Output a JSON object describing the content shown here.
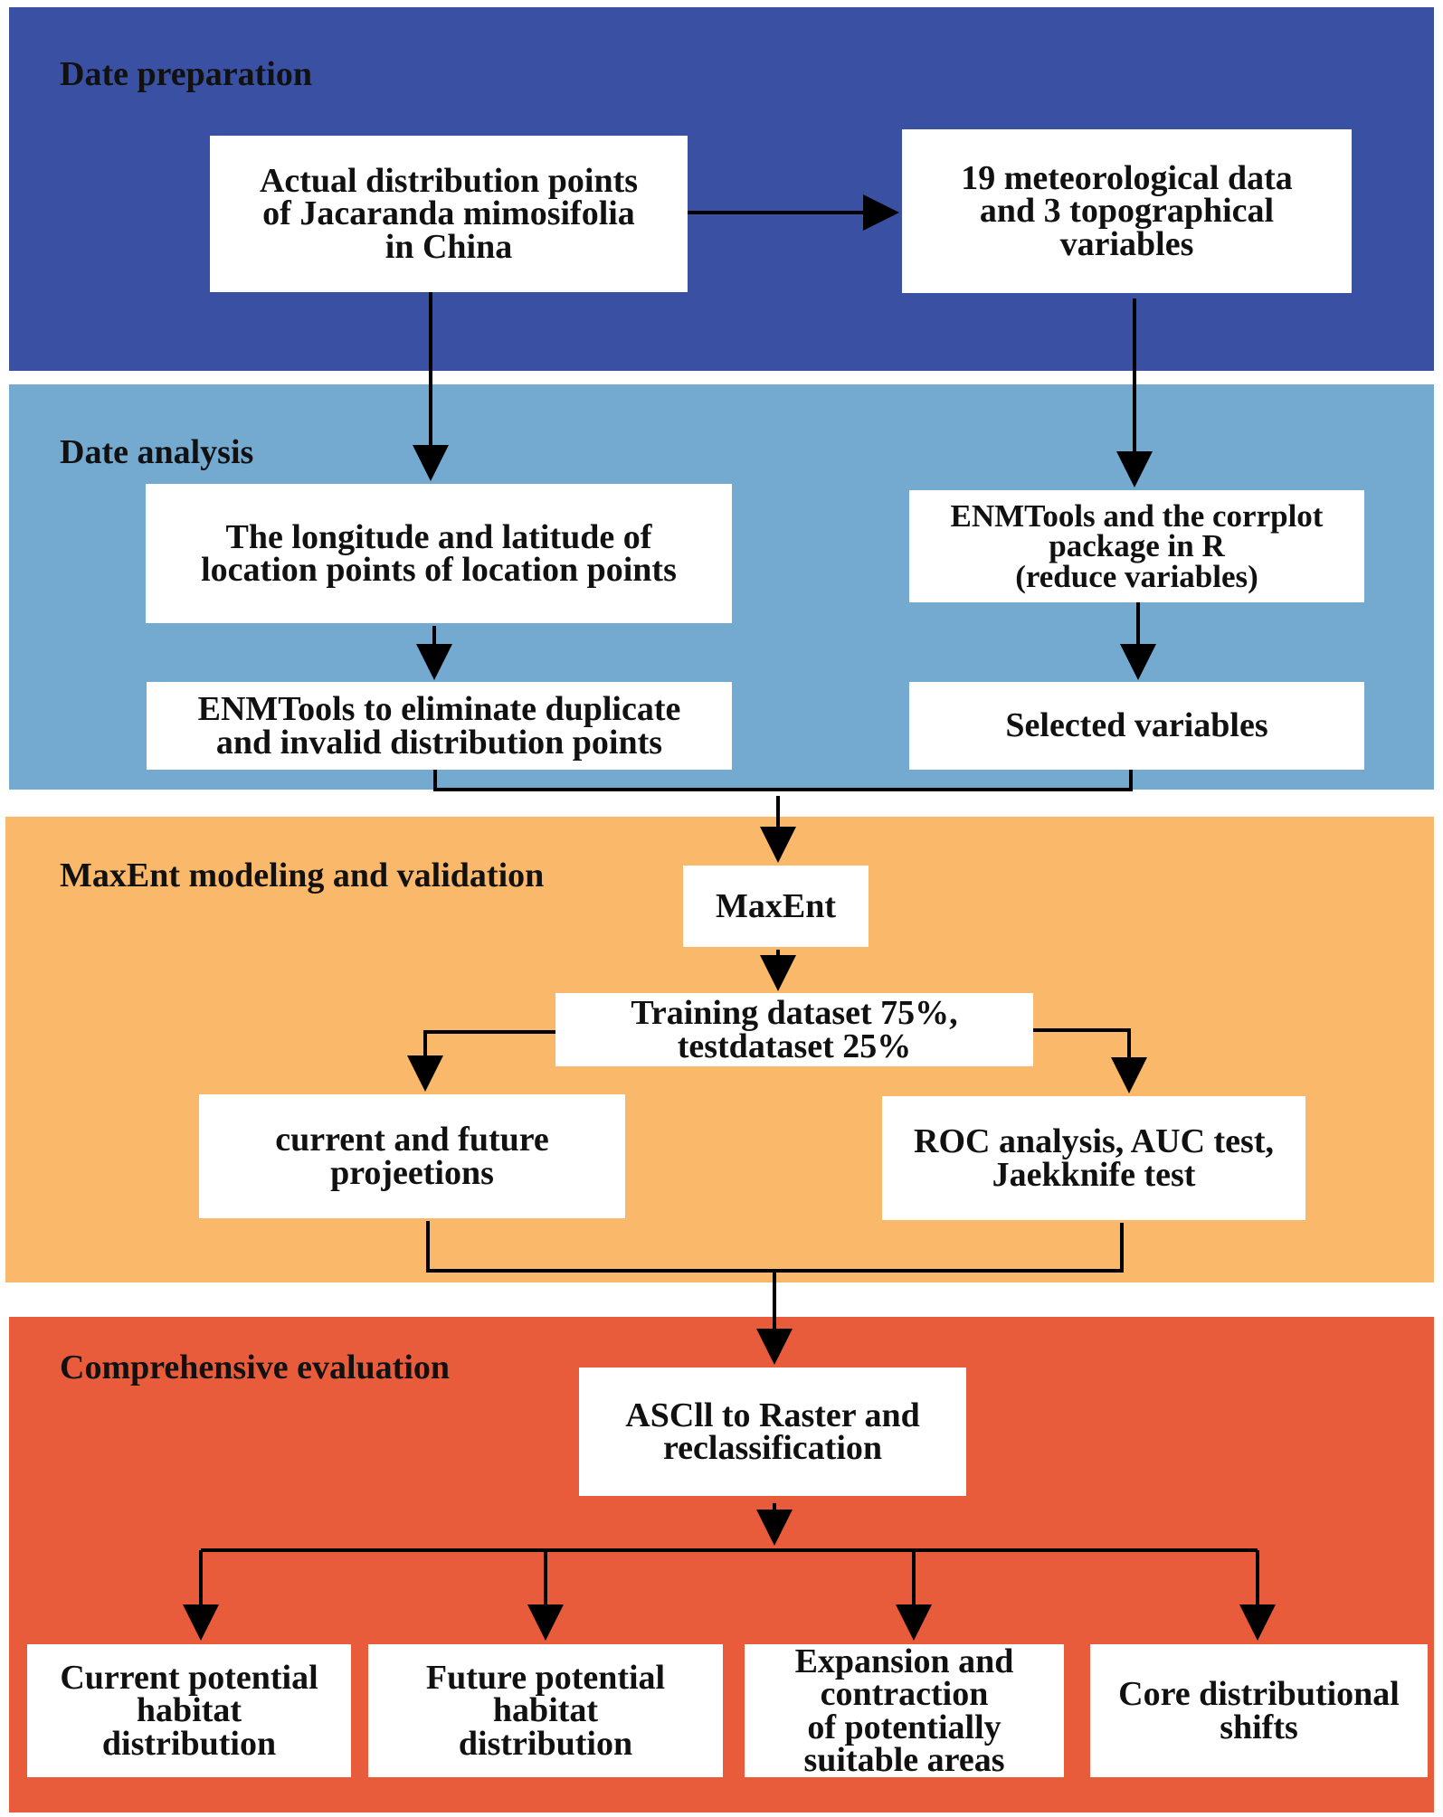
{
  "colors": {
    "preparation": "#3a51a3",
    "analysis": "#74a9d0",
    "modeling": "#fab86b",
    "evaluation": "#e85c3b",
    "arrow": "#000000"
  },
  "sections": {
    "preparation": "Date preparation",
    "analysis": "Date analysis",
    "modeling": "MaxEnt modeling and validation",
    "evaluation": "Comprehensive evaluation"
  },
  "boxes": {
    "actual_points": [
      "Actual distribution points",
      "of Jacaranda mimosifolia",
      "in China"
    ],
    "meteorological": [
      "19 meteorological data",
      "and 3 topographical",
      "variables"
    ],
    "longitude_latitude": [
      "The longitude and latitude of",
      "location points of location points"
    ],
    "enmtools_corrplot": [
      "ENMTools and the corrplot",
      "package in R",
      "(reduce variables)"
    ],
    "enmtools_eliminate": [
      "ENMTools to eliminate duplicate",
      "and invalid distribution points"
    ],
    "selected_variables": [
      "Selected variables"
    ],
    "maxent": [
      "MaxEnt"
    ],
    "training": [
      "Training dataset 75%,",
      "testdataset 25%"
    ],
    "projections": [
      "current and future",
      "projeetions"
    ],
    "roc": [
      "ROC analysis, AUC test,",
      "Jaekknife test"
    ],
    "ascii_raster": [
      "ASCll to Raster and",
      "reclassification"
    ],
    "current_habitat": [
      "Current potential",
      "habitat",
      "distribution"
    ],
    "future_habitat": [
      "Future potential",
      "habitat",
      "distribution"
    ],
    "expansion": [
      "Expansion and",
      "contraction",
      "of potentially",
      "suitable areas"
    ],
    "core_shifts": [
      "Core distributional",
      "shifts"
    ]
  }
}
